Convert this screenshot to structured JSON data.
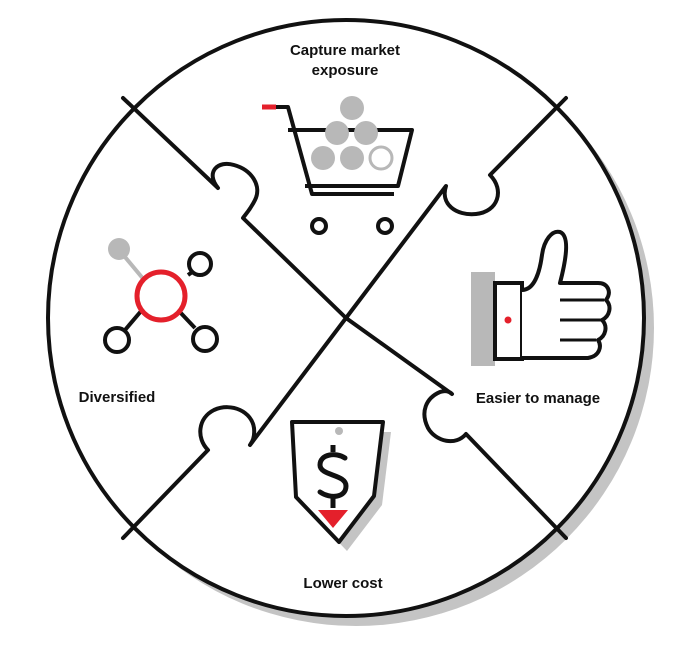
{
  "labels": {
    "top_line1": "Capture market",
    "top_line2": "exposure",
    "right": "Easier to manage",
    "bottom": "Lower cost",
    "left": "Diversified"
  },
  "icons": {
    "top": "shopping-cart-icon",
    "right": "thumbs-up-icon",
    "bottom": "price-tag-dollar-icon",
    "left": "network-nodes-icon"
  },
  "colors": {
    "outline": "#111111",
    "accent": "#e4202b",
    "gray": "#b8b8b8",
    "shadow": "#c4c4c4"
  }
}
